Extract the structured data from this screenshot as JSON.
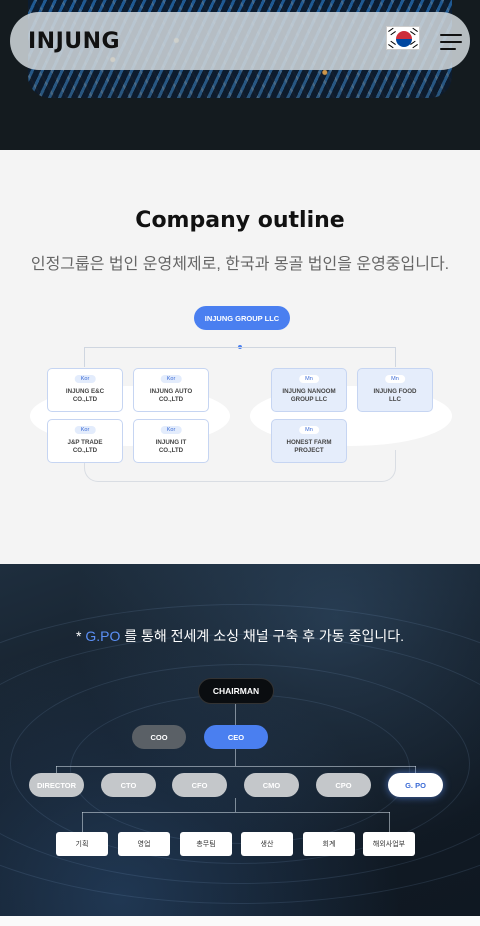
{
  "header": {
    "logo": "INJUNG",
    "flag_icon": "korea-flag-icon",
    "menu_icon": "hamburger-menu-icon"
  },
  "outline": {
    "title": "Company outline",
    "subtitle": "인정그룹은 법인 운영체제로, 한국과 몽골 법인을 운영중입니다.",
    "group": "INJUNG GROUP LLC",
    "korea": [
      {
        "tag": "Kor",
        "name1": "INJUNG E&C",
        "name2": "CO.,LTD"
      },
      {
        "tag": "Kor",
        "name1": "INJUNG AUTO",
        "name2": "CO.,LTD"
      },
      {
        "tag": "Kor",
        "name1": "J&P TRADE",
        "name2": "CO.,LTD"
      },
      {
        "tag": "Kor",
        "name1": "INJUNG IT",
        "name2": "CO.,LTD"
      }
    ],
    "mongolia": [
      {
        "tag": "Mn",
        "name1": "INJUNG NANOOM",
        "name2": "GROUP LLC"
      },
      {
        "tag": "Mn",
        "name1": "INJUNG FOOD",
        "name2": "LLC"
      },
      {
        "tag": "Mn",
        "name1": "HONEST FARM",
        "name2": "PROJECT"
      }
    ]
  },
  "gpo": {
    "prefix": "* ",
    "highlight": "G.PO",
    "text": " 를 통해 전세계 소싱 채널 구축 후 가동 중입니다.",
    "chairman": "CHAIRMAN",
    "coo": "COO",
    "ceo": "CEO",
    "executives": [
      "DIRECTOR",
      "CTO",
      "CFO",
      "CMO",
      "CPO",
      "G. PO"
    ],
    "departments": [
      "기획",
      "영업",
      "총무팀",
      "생산",
      "회계",
      "해외사업부"
    ]
  },
  "colors": {
    "accent": "#4a7ff0",
    "dark_bg": "#131c26",
    "light_bg": "#f4f4f4"
  }
}
